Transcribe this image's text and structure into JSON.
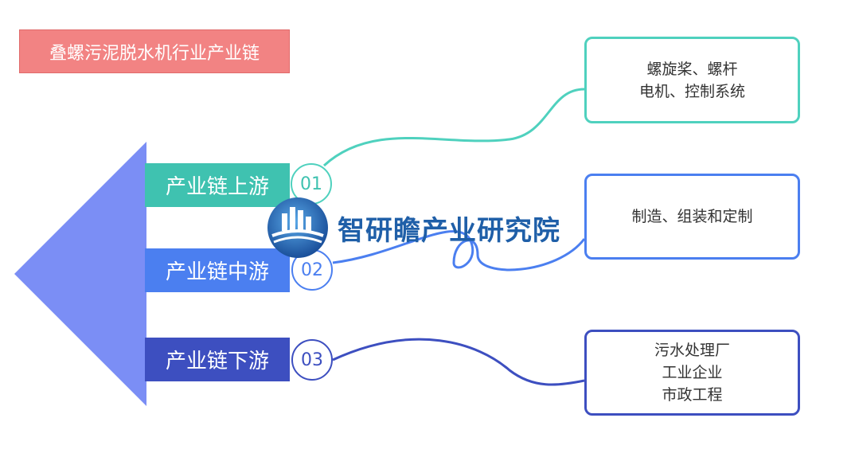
{
  "title": "叠螺污泥脱水机行业产业链",
  "watermark": "智研瞻产业研究院",
  "stages": [
    {
      "label": "产业链上游",
      "number": "01",
      "items": [
        "螺旋桨、螺杆",
        "电机、控制系统"
      ]
    },
    {
      "label": "产业链中游",
      "number": "02",
      "items": [
        "制造、组装和定制"
      ]
    },
    {
      "label": "产业链下游",
      "number": "03",
      "items": [
        "污水处理厂",
        "工业企业",
        "市政工程"
      ]
    }
  ],
  "colors": {
    "title_bg": "#f28383",
    "arrow": "#7b8ef5",
    "upstream": "#3fc2b0",
    "midstream": "#4b7ff0",
    "downstream": "#3d4fc0",
    "watermark": "#1f5fa8"
  }
}
